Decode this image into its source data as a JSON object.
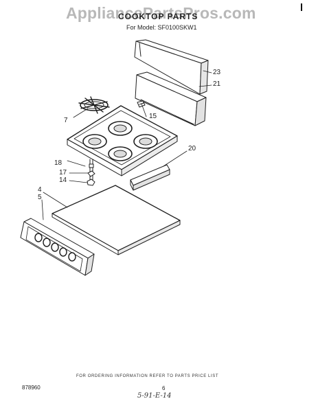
{
  "watermark": "AppliancePartsPros.com",
  "header": {
    "title": "COOKTOP PARTS",
    "subtitle": "For Model: SF0100SKW1"
  },
  "callouts": {
    "c23": "23",
    "c21": "21",
    "c15": "15",
    "c7": "7",
    "c20": "20",
    "c18": "18",
    "c17": "17",
    "c14": "14",
    "c4": "4",
    "c5": "5"
  },
  "footer": {
    "note": "FOR ORDERING INFORMATION REFER TO PARTS PRICE LIST",
    "doc_number": "878960",
    "page": "6",
    "handwritten": "5-91-E-14"
  }
}
